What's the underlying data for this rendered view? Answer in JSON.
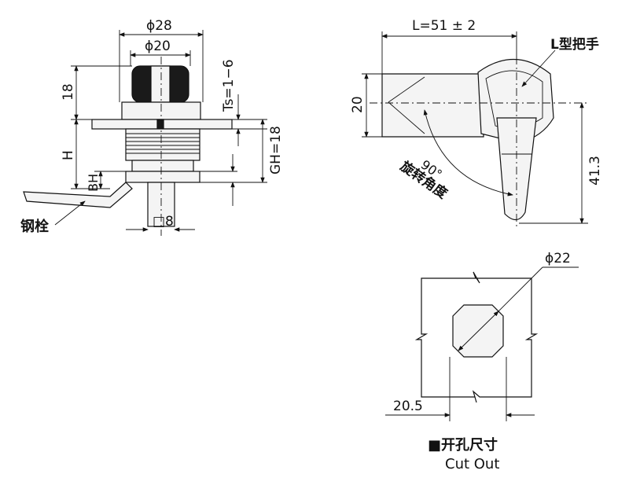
{
  "side_view": {
    "dim_phi28": "ϕ28",
    "dim_phi20": "ϕ20",
    "dim_ts": "Ts=1−6",
    "dim_18": "18",
    "dim_h": "H",
    "dim_bh": "BH",
    "dim_gh": "GH=18",
    "dim_sq8": "□8",
    "label_latch": "钢栓"
  },
  "front_view": {
    "dim_length": "L=51 ± 2",
    "label_handle": "L型把手",
    "dim_20": "20",
    "dim_41_3": "41.3",
    "angle": "90°",
    "angle_label": "旋转角度"
  },
  "cutout": {
    "dim_phi22": "ϕ22",
    "dim_20_5": "20.5",
    "title_cn": "■开孔尺寸",
    "title_en": "Cut Out"
  }
}
